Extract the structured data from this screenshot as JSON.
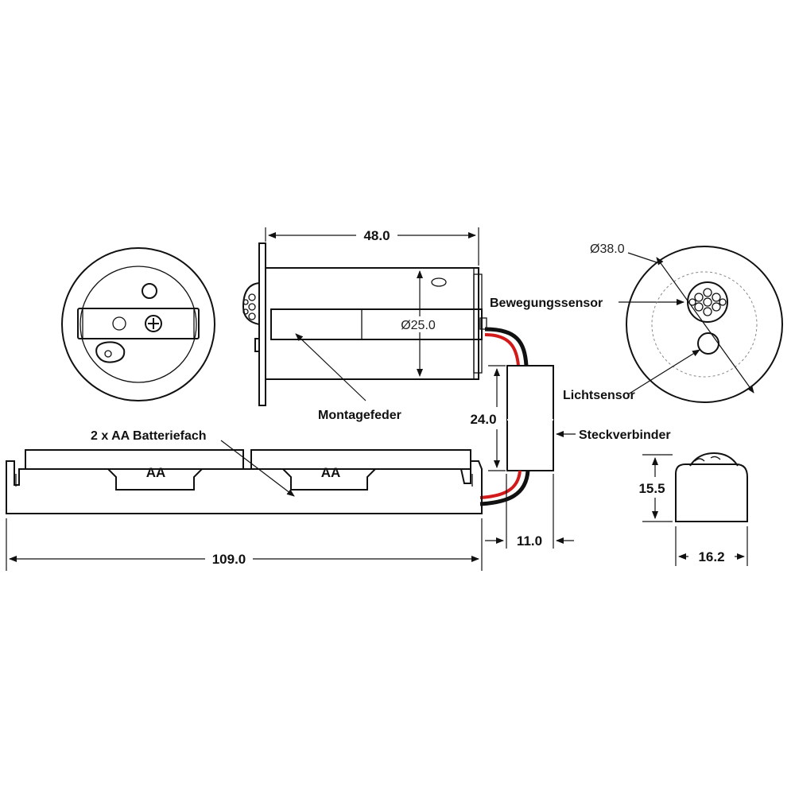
{
  "dimensions": {
    "length_48": "48.0",
    "dia_25": "Ø25.0",
    "dia_38": "Ø38.0",
    "height_24": "24.0",
    "length_109": "109.0",
    "width_11": "11.0",
    "height_15_5": "15.5",
    "width_16_2": "16.2"
  },
  "labels": {
    "motion_sensor": "Bewegungssensor",
    "light_sensor": "Lichtsensor",
    "mounting_spring": "Montagefeder",
    "connector": "Steckverbinder",
    "battery_compartment": "2 x AA Batteriefach",
    "aa_left": "AA",
    "aa_right": "AA"
  },
  "colors": {
    "outline": "#111111",
    "body_gray": "#cfcfcf",
    "wire_red": "#d21a1a",
    "wire_black": "#111111"
  }
}
